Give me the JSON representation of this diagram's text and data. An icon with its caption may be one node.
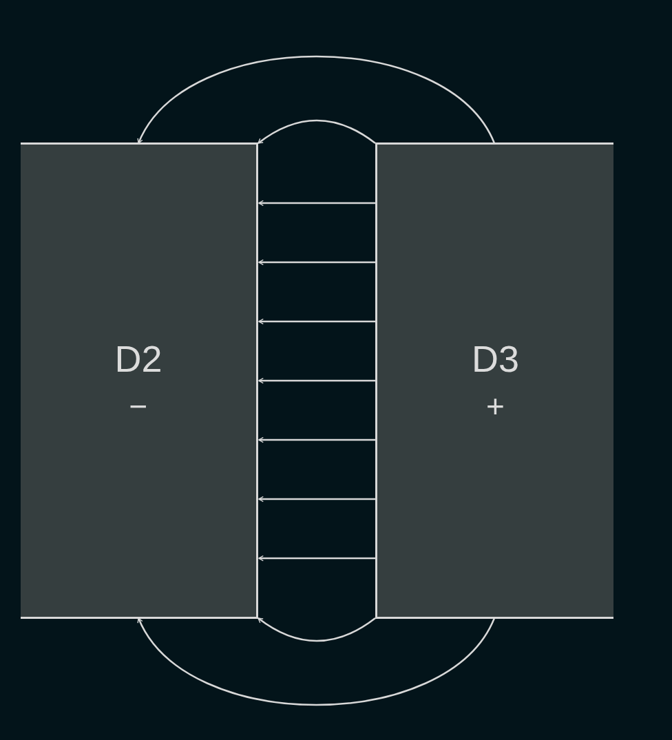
{
  "diagram": {
    "nodes": [
      {
        "text": [
          "D2",
          "−"
        ]
      },
      {
        "text": [
          "D3",
          "+"
        ]
      }
    ],
    "edges": [
      {
        "from": 1,
        "to": 0,
        "arrow": "to"
      },
      {
        "from": 1,
        "to": 0,
        "arrow": "to"
      },
      {
        "from": 1,
        "to": 0,
        "arrow": "to"
      },
      {
        "from": 1,
        "to": 0,
        "arrow": "to"
      },
      {
        "from": 1,
        "to": 0,
        "arrow": "to"
      },
      {
        "from": 1,
        "to": 0,
        "arrow": "to"
      },
      {
        "from": 1,
        "to": 0,
        "arrow": "to"
      },
      {
        "from": 1,
        "to": 0,
        "arrow": "to"
      },
      {
        "from": 1,
        "to": 0,
        "arrow": "to"
      },
      {
        "from": 1,
        "to": 0,
        "arrow": "to"
      },
      {
        "from": 1,
        "to": 0,
        "arrow": "to"
      }
    ]
  }
}
